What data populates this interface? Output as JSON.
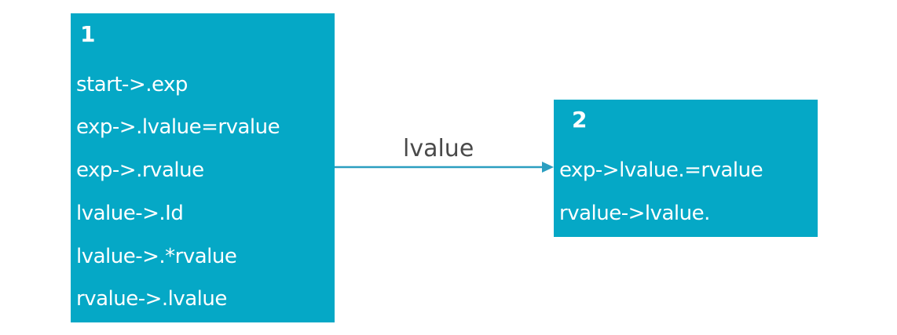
{
  "states": [
    {
      "number": "1",
      "items": [
        "start->.exp",
        "exp->.lvalue=rvalue",
        "exp->.rvalue",
        "lvalue->.Id",
        "lvalue->.*rvalue",
        "rvalue->.lvalue"
      ]
    },
    {
      "number": "2",
      "items": [
        "exp->lvalue.=rvalue",
        "rvalue->lvalue."
      ]
    }
  ],
  "edges": [
    {
      "from": "1",
      "to": "2",
      "label": "lvalue"
    }
  ],
  "colors": {
    "state_fill": "#05a8c6",
    "state_text": "#ffffff",
    "edge": "#2b9ec0",
    "edge_label": "#4a4a4a"
  }
}
